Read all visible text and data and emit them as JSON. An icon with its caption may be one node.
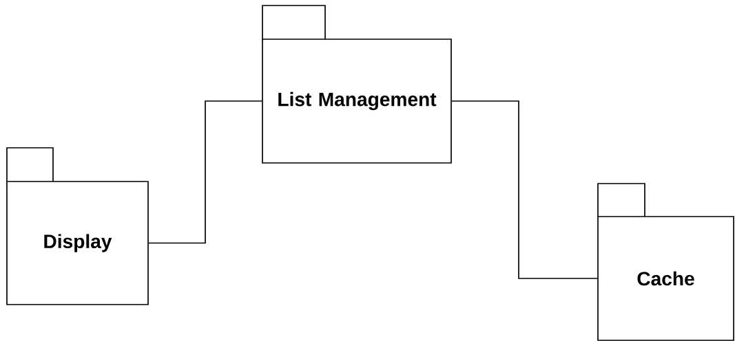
{
  "diagram": {
    "nodes": [
      {
        "text": [
          "Display"
        ]
      },
      {
        "text": [
          "List Management"
        ]
      },
      {
        "text": [
          "Cache"
        ]
      }
    ],
    "edges": [
      {
        "from": 0,
        "to": 1,
        "arrow": "none"
      },
      {
        "from": 1,
        "to": 2,
        "arrow": "none"
      }
    ]
  }
}
